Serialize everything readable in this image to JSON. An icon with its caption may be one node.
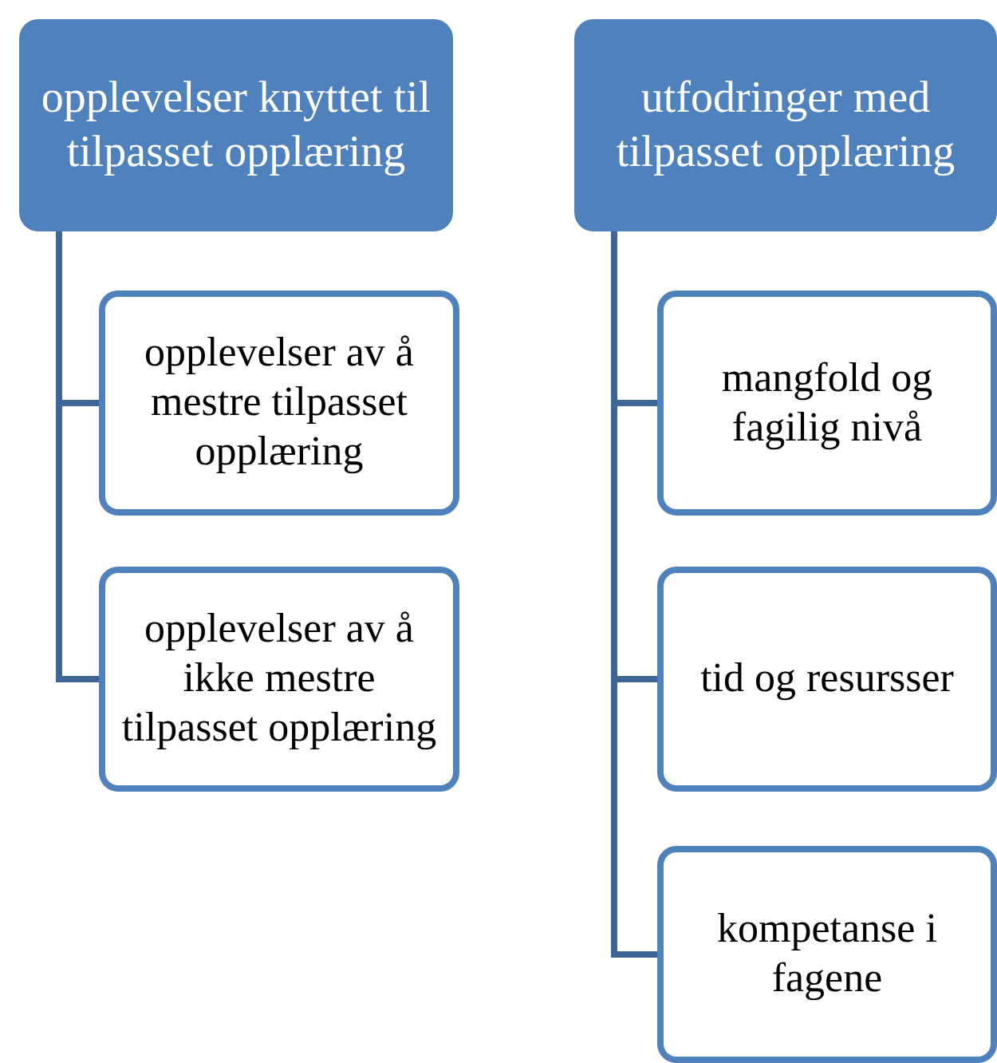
{
  "diagram": {
    "nodes": [
      {
        "text": [
          "opplevelser knyttet til tilpasset opplæring"
        ]
      },
      {
        "text": [
          "opplevelser av å mestre tilpasset opplæring"
        ]
      },
      {
        "text": [
          "opplevelser av å ikke mestre tilpasset opplæring"
        ]
      },
      {
        "text": [
          "utfodringer med tilpasset opplæring"
        ]
      },
      {
        "text": [
          "mangfold og fagilig nivå"
        ]
      },
      {
        "text": [
          "tid og resursser"
        ]
      },
      {
        "text": [
          "kompetanse i fagene"
        ]
      }
    ],
    "edges": [
      {
        "from": 0,
        "to": 1,
        "arrow": "none"
      },
      {
        "from": 0,
        "to": 2,
        "arrow": "none"
      },
      {
        "from": 3,
        "to": 4,
        "arrow": "none"
      },
      {
        "from": 3,
        "to": 5,
        "arrow": "none"
      },
      {
        "from": 3,
        "to": 6,
        "arrow": "none"
      }
    ]
  }
}
